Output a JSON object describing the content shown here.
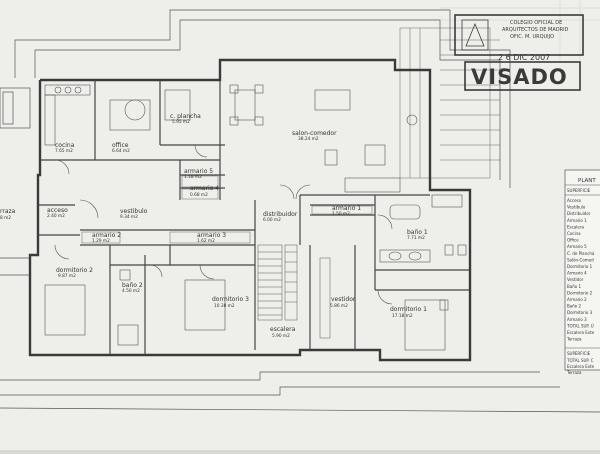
{
  "rooms": [
    {
      "key": "cocina",
      "name": "cocina",
      "area": "7.65 m2"
    },
    {
      "key": "office",
      "name": "office",
      "area": "6.64 m2"
    },
    {
      "key": "c_plancha",
      "name": "c. plancha",
      "area": "5.95 m2"
    },
    {
      "key": "salon",
      "name": "salon-comedor",
      "area": "38.24 m2"
    },
    {
      "key": "armario5",
      "name": "armario 5",
      "area": "1.18 m2"
    },
    {
      "key": "armario4",
      "name": "armario 4",
      "area": "0.68 m2"
    },
    {
      "key": "acceso",
      "name": "acceso",
      "area": "2.40 m2"
    },
    {
      "key": "vestibulo",
      "name": "vestibulo",
      "area": "9.34 m2"
    },
    {
      "key": "distribuidor",
      "name": "distribuidor",
      "area": "6.00 m2"
    },
    {
      "key": "armario1",
      "name": "armario 1",
      "area": "1.50 m2"
    },
    {
      "key": "armario2",
      "name": "armario 2",
      "area": "1.29 m2"
    },
    {
      "key": "armario3",
      "name": "armario 3",
      "area": "1.62 m2"
    },
    {
      "key": "bano1",
      "name": "baño 1",
      "area": "7.71 m2"
    },
    {
      "key": "dormitorio2",
      "name": "dormitorio 2",
      "area": "9.87 m2"
    },
    {
      "key": "bano2",
      "name": "baño 2",
      "area": "4.50 m2"
    },
    {
      "key": "dormitorio3",
      "name": "dormitorio 3",
      "area": "10.38 m2"
    },
    {
      "key": "vestidor",
      "name": "vestidor",
      "area": "5.86 m2"
    },
    {
      "key": "dormitorio1",
      "name": "dormitorio 1",
      "area": "17.18 m2"
    },
    {
      "key": "escalera",
      "name": "escalera",
      "area": "5.90 m2"
    }
  ],
  "fragments": {
    "terraza_left": "rraza",
    "terraza_area": "8 m2"
  },
  "stamp": {
    "line1": "COLEGIO OFICIAL DE",
    "line2": "ARQUITECTOS DE MADRID",
    "line3": "OFIC. M. URQUIJO",
    "date": "2 6 DIC 2007",
    "visado": "VISADO"
  },
  "table": {
    "header": "PLANT",
    "subheader": "SUPERFICIE",
    "rows": [
      "Acceso",
      "Vestíbulo",
      "Distribuidor",
      "Armario 1",
      "Escalera",
      "Cocina",
      "Office",
      "Armario 5",
      "C. de Plancha",
      "Salón-Comed",
      "Dormitorio 1",
      "Armario 4",
      "Vestidor",
      "Baño 1",
      "Dormitorio 2",
      "Armario 2",
      "Baño 2",
      "Dormitorio 3",
      "Armario 3",
      "TOTAL SUP. Ú",
      "Escalera Exte",
      "Terraza"
    ],
    "footer_header": "SUPERFICIE",
    "footer_rows": [
      "TOTAL SUP. C",
      "Escalera Exte",
      "Terraza"
    ]
  },
  "colors": {
    "paper": "#f4f4f1",
    "line": "#4a4a4a",
    "stamp": "#3a3a3a"
  }
}
